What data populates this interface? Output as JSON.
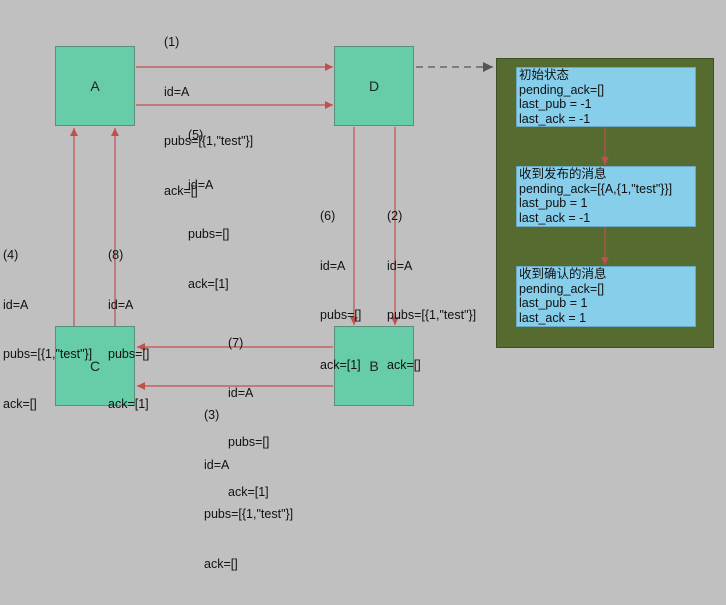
{
  "colors": {
    "background": "#c0c0c0",
    "node_fill": "#66cda8",
    "edge": "#c0504d",
    "panel_fill": "#556b2f",
    "state_fill": "#87ceeb",
    "dashed_link": "#555555"
  },
  "nodes": {
    "a": "A",
    "b": "B",
    "c": "C",
    "d": "D"
  },
  "messages": {
    "m1": {
      "step": "(1)",
      "id": "id=A",
      "pubs": "pubs=[{1,\"test\"}]",
      "ack": "ack=[]"
    },
    "m2": {
      "step": "(2)",
      "id": "id=A",
      "pubs": "pubs=[{1,\"test\"}]",
      "ack": "ack=[]"
    },
    "m3": {
      "step": "(3)",
      "id": "id=A",
      "pubs": "pubs=[{1,\"test\"}]",
      "ack": "ack=[]"
    },
    "m4": {
      "step": "(4)",
      "id": "id=A",
      "pubs": "pubs=[{1,\"test\"}]",
      "ack": "ack=[]"
    },
    "m5": {
      "step": "(5)",
      "id": "id=A",
      "pubs": "pubs=[]",
      "ack": "ack=[1]"
    },
    "m6": {
      "step": "(6)",
      "id": "id=A",
      "pubs": "pubs=[]",
      "ack": "ack=[1]"
    },
    "m7": {
      "step": "(7)",
      "id": "id=A",
      "pubs": "pubs=[]",
      "ack": "ack=[1]"
    },
    "m8": {
      "step": "(8)",
      "id": "id=A",
      "pubs": "pubs=[]",
      "ack": "ack=[1]"
    }
  },
  "states": {
    "initial": {
      "title": "初始状态",
      "pending": "pending_ack=[]",
      "last_pub": "last_pub = -1",
      "last_ack": "last_ack = -1"
    },
    "published": {
      "title": "收到发布的消息",
      "pending": "pending_ack=[{A,{1,\"test\"}}]",
      "last_pub": "last_pub = 1",
      "last_ack": "last_ack = -1"
    },
    "acked": {
      "title": "收到确认的消息",
      "pending": "pending_ack=[]",
      "last_pub": "last_pub = 1",
      "last_ack": "last_ack = 1"
    }
  }
}
